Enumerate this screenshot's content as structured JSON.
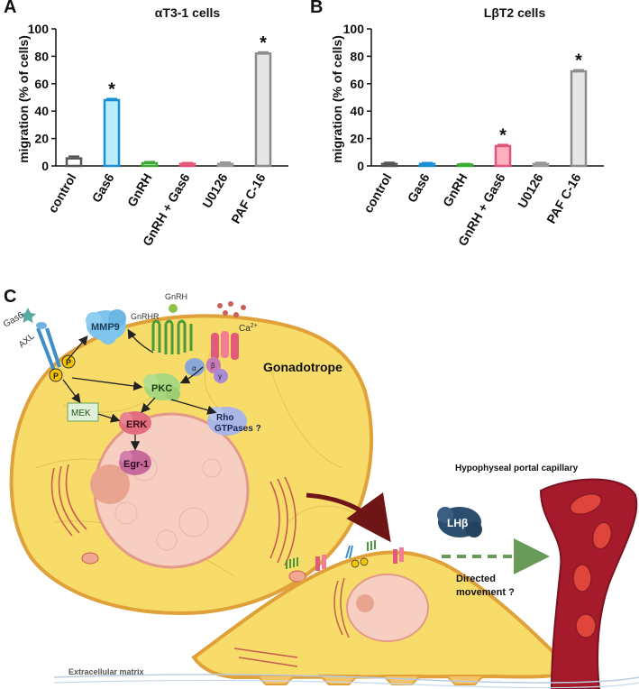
{
  "panels": {
    "A": {
      "label": "A"
    },
    "B": {
      "label": "B"
    },
    "C": {
      "label": "C"
    }
  },
  "chart_data": [
    {
      "type": "bar",
      "title": "αT3-1 cells",
      "ylabel": "migration (% of cells)",
      "xlabel": "",
      "ylim": [
        0,
        100
      ],
      "yticks": [
        "0",
        "20",
        "40",
        "60",
        "80",
        "100"
      ],
      "categories": [
        "control",
        "Gas6",
        "GnRH",
        "GnRH + Gas6",
        "U0126",
        "PAF C-16"
      ],
      "values": [
        5.5,
        48,
        2,
        1.5,
        1.5,
        82
      ],
      "errors": [
        1.5,
        1,
        1,
        0.8,
        1.2,
        1
      ],
      "significant": [
        false,
        true,
        false,
        false,
        false,
        true
      ],
      "marker": "*",
      "colors": {
        "edge": [
          "#555555",
          "#1a8fd6",
          "#3aaa35",
          "#e0567a",
          "#999999",
          "#8c8c8c"
        ],
        "fill": [
          "#ffffff",
          "#b8ecff",
          "#ffffff",
          "#ffffff",
          "#ffffff",
          "#e6e6e6"
        ]
      }
    },
    {
      "type": "bar",
      "title": "LβT2 cells",
      "ylabel": "migration (% of cells)",
      "xlabel": "",
      "ylim": [
        0,
        100
      ],
      "yticks": [
        "0",
        "20",
        "40",
        "60",
        "80",
        "100"
      ],
      "categories": [
        "control",
        "Gas6",
        "GnRH",
        "GnRH + Gas6",
        "U0126",
        "PAF C-16"
      ],
      "values": [
        1.5,
        1.5,
        1,
        14.5,
        1.5,
        69
      ],
      "errors": [
        1,
        0.8,
        0.6,
        1,
        1,
        1
      ],
      "significant": [
        false,
        false,
        false,
        true,
        false,
        true
      ],
      "marker": "*",
      "colors": {
        "edge": [
          "#555555",
          "#1a8fd6",
          "#3aaa35",
          "#e0567a",
          "#999999",
          "#8c8c8c"
        ],
        "fill": [
          "#ffffff",
          "#b8ecff",
          "#ffffff",
          "#ffb0bf",
          "#ffffff",
          "#e6e6e6"
        ]
      }
    }
  ],
  "diagram": {
    "labels": {
      "gas6": "Gas6",
      "axl": "AXL",
      "p": "P",
      "mmp9": "MMP9",
      "gnrhr": "GnRHR",
      "gnrh": "GnRH",
      "ca": "Ca",
      "ca_sup": "2+",
      "alpha": "α",
      "beta": "β",
      "gamma": "γ",
      "pkc": "PKC",
      "mek": "MEK",
      "erk": "ERK",
      "rho1": "Rho",
      "rho2": "GTPases ?",
      "egr1": "Egr-1",
      "gonadotrope": "Gonadotrope",
      "capillary": "Hypophyseal portal capillary",
      "lhb": "LHβ",
      "directed1": "Directed",
      "directed2": "movement ?",
      "ecm": "Extracellular matrix"
    },
    "colors": {
      "cell_fill": "#f7dc6a",
      "cell_edge": "#e0a03a",
      "nucleus": "#f6cfc2",
      "nucleolus": "#e9a48f",
      "capillary": "#a61b2b",
      "rbc": "#e0453c",
      "lhb": "#2b4d6e",
      "arrow": "#6e1616"
    }
  }
}
